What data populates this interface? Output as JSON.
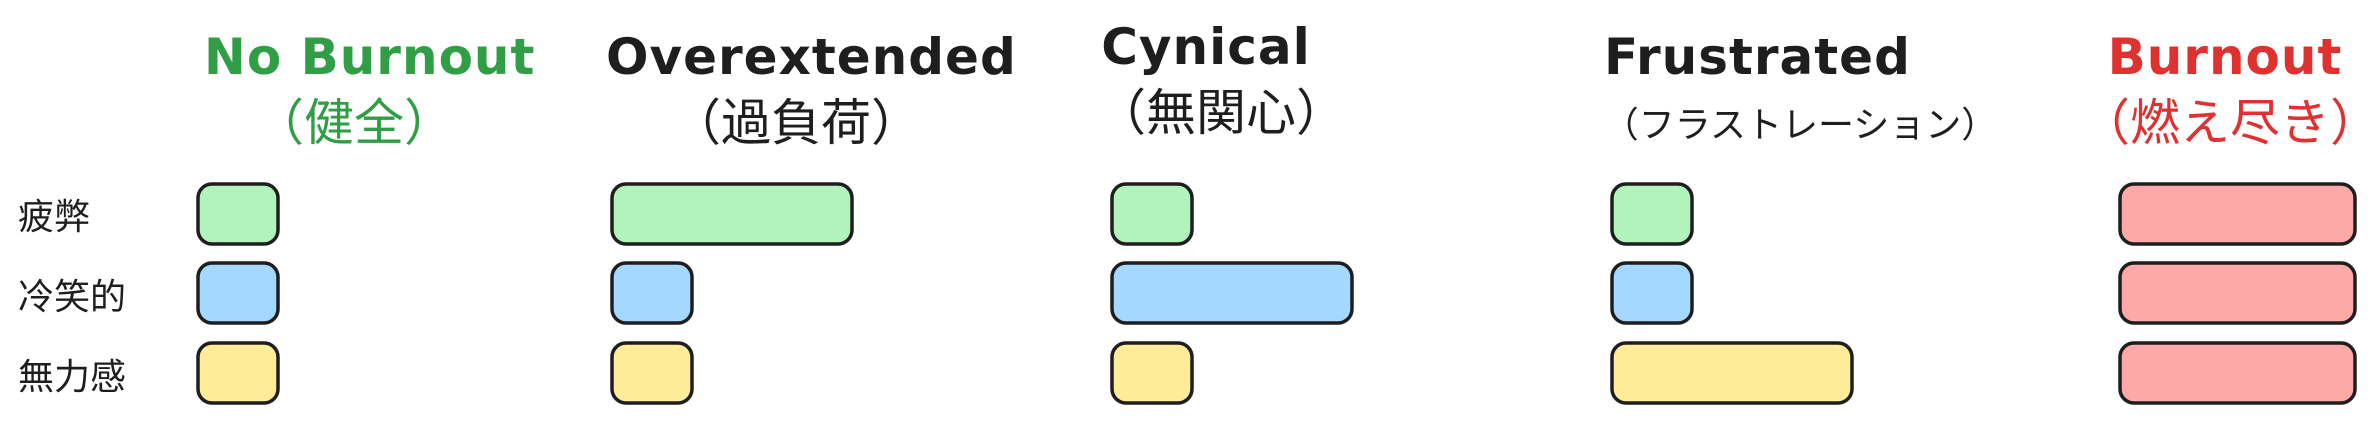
{
  "colors": {
    "healthy": "#2f9e44",
    "burnout": "#e03131",
    "text": "#1e1e1e",
    "green_fill": "#b2f2bb",
    "blue_fill": "#a5d8ff",
    "yellow_fill": "#ffec99",
    "red_fill": "#ffa8a8"
  },
  "rows": [
    {
      "label": "疲弊",
      "fill": "#b2f2bb"
    },
    {
      "label": "冷笑的",
      "fill": "#a5d8ff"
    },
    {
      "label": "無力感",
      "fill": "#ffec99"
    }
  ],
  "columns": [
    {
      "title": "No Burnout",
      "subtitle": "（健全）",
      "color": "#2f9e44",
      "levels": [
        "low",
        "low",
        "low"
      ],
      "fill": null
    },
    {
      "title": "Overextended",
      "subtitle": "（過負荷）",
      "color": "#1e1e1e",
      "levels": [
        "high",
        "low",
        "low"
      ],
      "fill": null
    },
    {
      "title": "Cynical",
      "subtitle": "（無関心）",
      "color": "#1e1e1e",
      "levels": [
        "low",
        "high",
        "low"
      ],
      "fill": null
    },
    {
      "title": "Frustrated",
      "subtitle": "（フラストレーション）",
      "color": "#1e1e1e",
      "levels": [
        "low",
        "low",
        "high"
      ],
      "fill": null
    },
    {
      "title": "Burnout",
      "subtitle": "（燃え尽き）",
      "color": "#e03131",
      "levels": [
        "high",
        "high",
        "high"
      ],
      "fill": "#ffa8a8"
    }
  ]
}
